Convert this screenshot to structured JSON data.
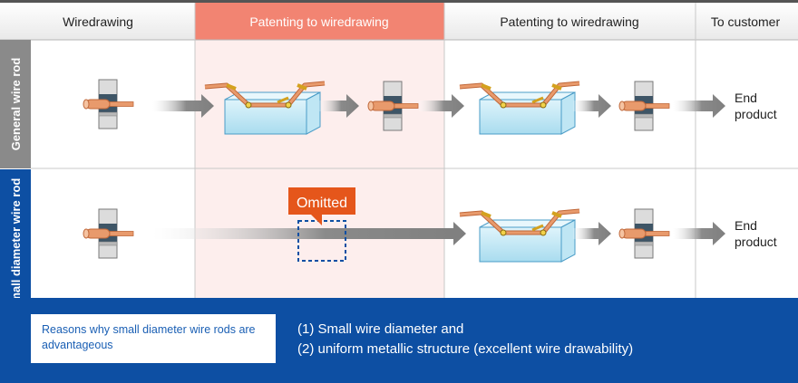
{
  "columns": {
    "wiredrawing": "Wiredrawing",
    "patenting_1": "Patenting to wiredrawing",
    "patenting_2": "Patenting to wiredrawing",
    "customer": "To customer"
  },
  "rows": {
    "general": "General wire rod",
    "small": "Small diameter wire rod"
  },
  "end_product": {
    "line1": "End",
    "line2": "product"
  },
  "omitted_label": "Omitted",
  "reasons": {
    "label": "Reasons why small diameter wire rods are advantageous",
    "point1": "(1) Small wire diameter and",
    "point2": "(2) uniform metallic structure (excellent wire drawability)"
  },
  "colors": {
    "accent_blue": "#0d4fa3",
    "header_highlight": "#f28472",
    "patent_zone": "#fdeeed",
    "omitted_orange": "#e5561b",
    "wire_copper": "#e89a6c",
    "arrow_gray": "#8a8a8a"
  }
}
